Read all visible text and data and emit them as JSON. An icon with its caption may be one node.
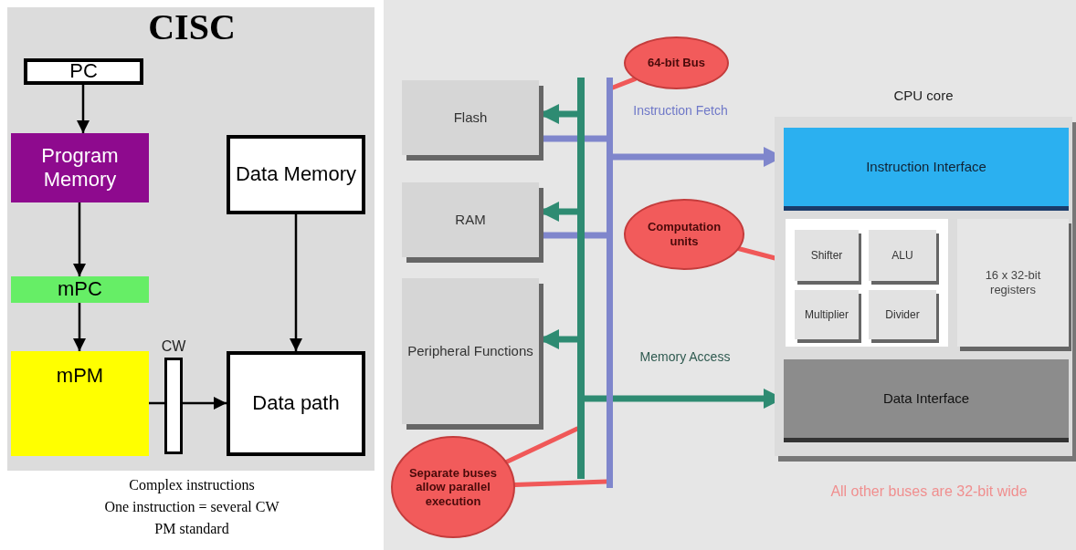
{
  "diagram": {
    "title": "CISC",
    "nodes": [
      {
        "text": [
          "PC"
        ]
      },
      {
        "text": [
          "Program Memory"
        ]
      },
      {
        "text": [
          "Data Memory"
        ]
      },
      {
        "text": [
          "mPC"
        ]
      },
      {
        "text": [
          "mPM"
        ]
      },
      {
        "text": [
          "CW"
        ]
      },
      {
        "text": [
          "Data path"
        ]
      },
      {
        "text": [
          "64-bit Bus"
        ]
      },
      {
        "text": [
          "Flash"
        ]
      },
      {
        "text": [
          "RAM"
        ]
      },
      {
        "text": [
          "Peripheral Functions"
        ]
      },
      {
        "text": [],
        "shape": "bar"
      },
      {
        "text": [],
        "shape": "bar"
      },
      {
        "text": [
          "CPU core"
        ]
      },
      {
        "text": [
          "Instruction Interface"
        ],
        "in": 13
      },
      {
        "text": [],
        "shape": "box",
        "in": 13
      },
      {
        "text": [
          "Shifter"
        ],
        "in": 15
      },
      {
        "text": [
          "ALU"
        ],
        "in": 15
      },
      {
        "text": [
          "Multiplier"
        ],
        "in": 15
      },
      {
        "text": [
          "Divider"
        ],
        "in": 15
      },
      {
        "text": [
          "16 x 32-bit registers"
        ],
        "in": 13
      },
      {
        "text": [
          "Data Interface"
        ],
        "in": 13
      },
      {
        "text": [
          "Computation units"
        ]
      },
      {
        "text": [
          "Separate buses allow parallel execution"
        ]
      }
    ],
    "edges": [
      {
        "from": 0,
        "to": 1,
        "arrow": "to"
      },
      {
        "from": 1,
        "to": 3,
        "arrow": "to"
      },
      {
        "from": 3,
        "to": 4,
        "arrow": "to"
      },
      {
        "from": 2,
        "to": 6,
        "arrow": "to"
      },
      {
        "from": 4,
        "to": 5,
        "arrow": "none"
      },
      {
        "from": 5,
        "to": 6,
        "arrow": "to"
      },
      {
        "from": 11,
        "to": 8,
        "arrow": "to",
        "color": "#2e8b72"
      },
      {
        "from": 11,
        "to": 9,
        "arrow": "to",
        "color": "#2e8b72"
      },
      {
        "from": 11,
        "to": 10,
        "arrow": "to",
        "color": "#2e8b72"
      },
      {
        "from": 8,
        "to": 12,
        "arrow": "none",
        "color": "#7f86cc"
      },
      {
        "from": 9,
        "to": 12,
        "arrow": "none",
        "color": "#7f86cc"
      },
      {
        "from": 12,
        "to": 14,
        "arrow": "to",
        "label": "Instruction Fetch",
        "color": "#7f86cc"
      },
      {
        "from": 11,
        "to": 21,
        "arrow": "to",
        "label": "Memory Access",
        "color": "#2e8b72"
      },
      {
        "from": 7,
        "to": 12,
        "arrow": "none",
        "color": "#f05858"
      },
      {
        "from": 22,
        "to": 15,
        "arrow": "none",
        "color": "#f05858"
      },
      {
        "from": 23,
        "to": 11,
        "arrow": "none",
        "color": "#f05858"
      },
      {
        "from": 23,
        "to": 12,
        "arrow": "none",
        "color": "#f05858"
      }
    ],
    "labels": [
      "Complex instructions",
      "One instruction = several CW",
      "PM standard",
      "All other buses are 32-bit wide"
    ]
  }
}
